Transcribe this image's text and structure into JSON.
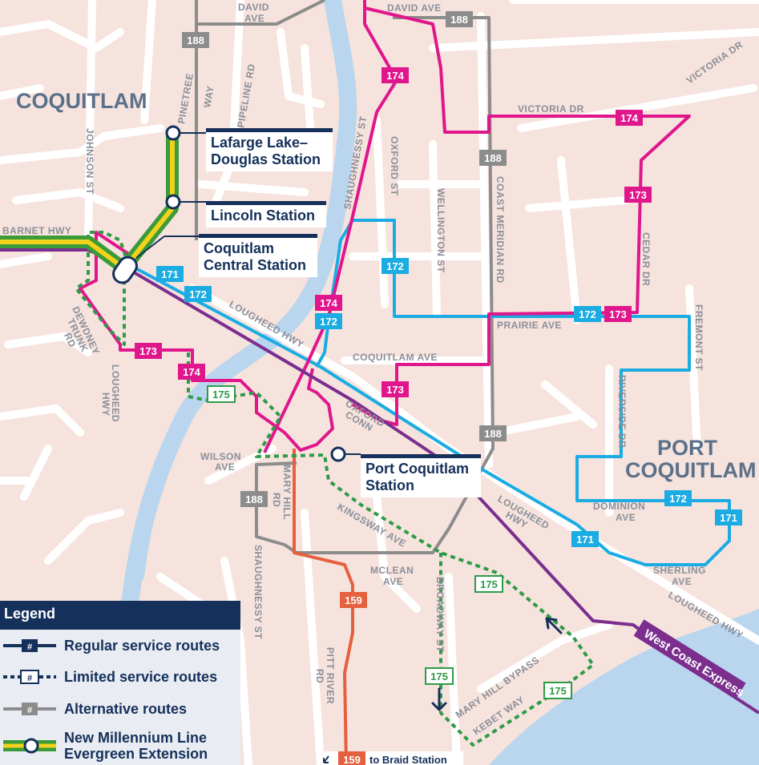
{
  "city_labels": {
    "coquitlam": "COQUITLAM",
    "port_coquitlam_line1": "PORT",
    "port_coquitlam_line2": "COQUITLAM"
  },
  "streets": {
    "david_ave_1": "DAVID",
    "david_ave_2": "AVE",
    "david_ave_top": "DAVID AVE",
    "pinetree_1": "PINETREE",
    "pinetree_2": "WAY",
    "pipeline": "PIPELINE RD",
    "johnson": "JOHNSON ST",
    "barnet": "BARNET HWY",
    "shaughnessy_north": "SHAUGHNESSY ST",
    "oxford_st": "OXFORD ST",
    "wellington": "WELLINGTON ST",
    "coast_meridian": "COAST MERIDIAN RD",
    "victoria_dr": "VICTORIA DR",
    "victoria_dr_ne": "VICTORIA DR",
    "cedar": "CEDAR DR",
    "fremont": "FREMONT ST",
    "prairie": "PRAIRIE AVE",
    "lougheed_hwy_w": "LOUGHEED HWY",
    "coquitlam_ave": "COQUITLAM AVE",
    "dewdney_1": "DEWDNEY",
    "dewdney_2": "TRUNK",
    "dewdney_3": "RD",
    "lougheed_hwy_s": "LOUGHEED",
    "lougheed_hwy_s2": "HWY",
    "oxford_conn_1": "OXFORD",
    "oxford_conn_2": "CONN",
    "riverside": "RIVERSIDE DR",
    "wilson_1": "WILSON",
    "wilson_2": "AVE",
    "mary_hill_rd_1": "MARY HILL",
    "mary_hill_rd_2": "RD",
    "kingsway": "KINGSWAY AVE",
    "lougheed_hwy_c1": "LOUGHEED",
    "lougheed_hwy_c2": "HWY",
    "dominion_1": "DOMINION",
    "dominion_2": "AVE",
    "mclean_1": "MCLEAN",
    "mclean_2": "AVE",
    "broadway": "BROADWAY ST",
    "sherling_1": "SHERLING",
    "sherling_2": "AVE",
    "lougheed_hwy_se": "LOUGHEED HWY",
    "shaughnessy_south": "SHAUGHNESSY ST",
    "pitt_river_1": "PITT RIVER",
    "pitt_river_2": "RD",
    "mary_hill_bypass": "MARY HILL BYPASS",
    "kebet": "KEBET WAY"
  },
  "stations": {
    "lafarge_1": "Lafarge Lake–",
    "lafarge_2": "Douglas Station",
    "lincoln": "Lincoln Station",
    "coquitlam_central_1": "Coquitlam",
    "coquitlam_central_2": "Central Station",
    "port_coquitlam_1": "Port Coquitlam",
    "port_coquitlam_2": "Station"
  },
  "routes": {
    "r171": "171",
    "r172": "172",
    "r173": "173",
    "r174": "174",
    "r175": "175",
    "r188": "188",
    "r159": "159"
  },
  "west_coast_express": "West Coast Express",
  "to_braid": "to Braid Station",
  "legend": {
    "title": "Legend",
    "sample_symbol": "#",
    "regular": "Regular service routes",
    "limited": "Limited service routes",
    "alternative": "Alternative routes",
    "evergreen_1": "New Millennium Line",
    "evergreen_2": "Evergreen Extension"
  },
  "colors": {
    "route_171_172": "#1aace2",
    "route_173_174": "#e0168c",
    "route_175": "#2e9b47",
    "route_188": "#8c8c8c",
    "route_159": "#e5603e",
    "west_coast_express": "#7b2e8e",
    "millennium_green": "#3a9b3a",
    "millennium_yellow": "#f2d21c",
    "navy": "#15305a",
    "water": "#b9d6ee",
    "land": "#f6e3dd",
    "roads": "#ffffff"
  }
}
